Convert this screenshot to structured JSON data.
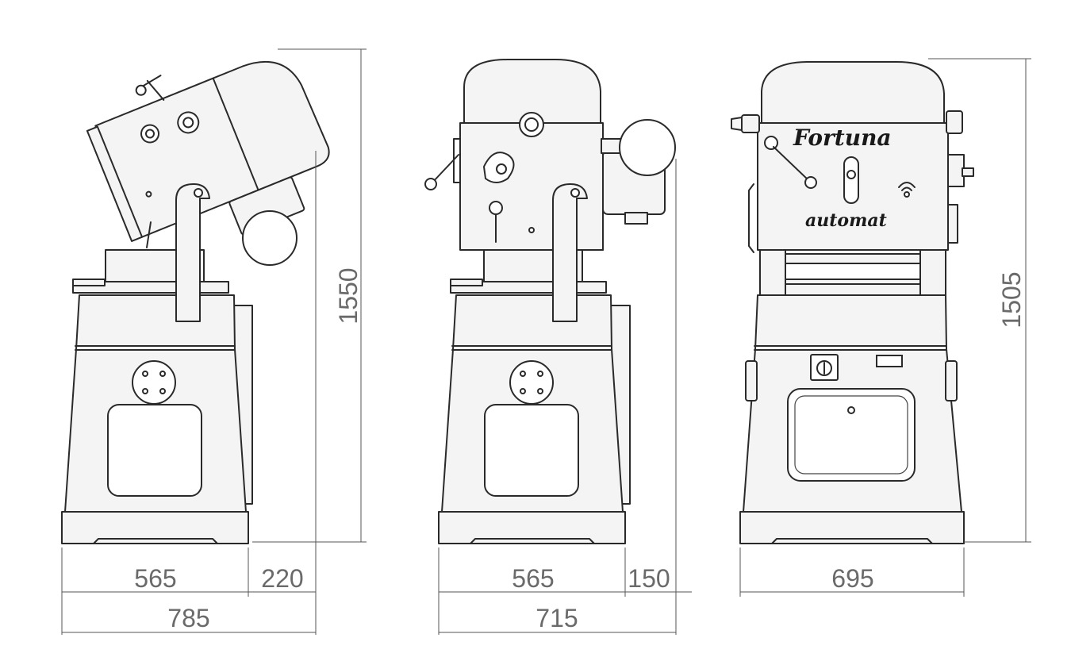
{
  "views": {
    "side": {
      "dims": {
        "base_width": "565",
        "overhang": "220",
        "total_width": "785",
        "height": "1550"
      }
    },
    "middle": {
      "dims": {
        "base_width": "565",
        "overhang": "150",
        "total_width": "715"
      }
    },
    "front": {
      "brand": "Fortuna",
      "model": "automat",
      "dims": {
        "total_width": "695",
        "height": "1505"
      }
    }
  }
}
